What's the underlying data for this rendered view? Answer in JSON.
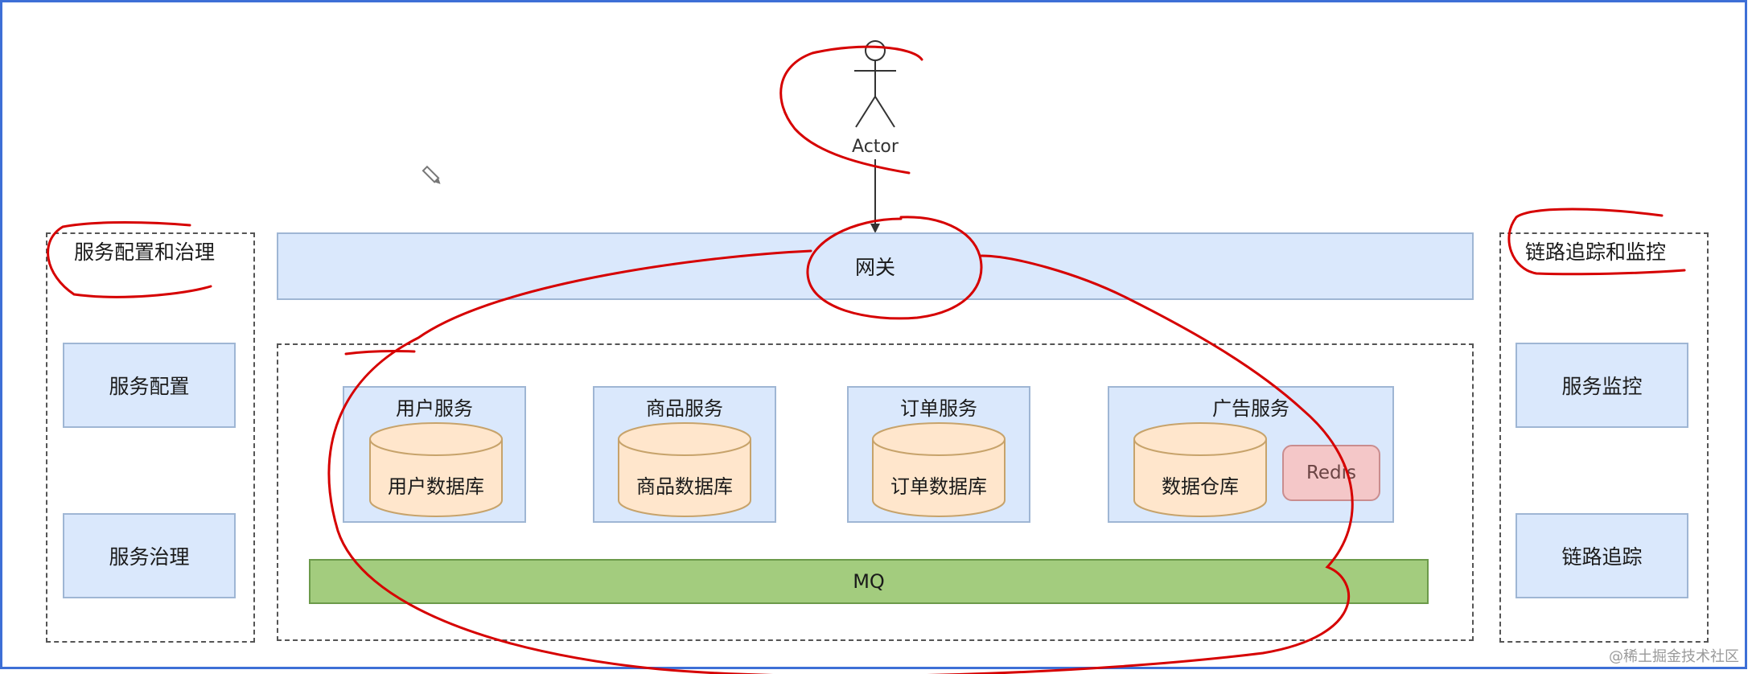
{
  "actor": {
    "label": "Actor"
  },
  "gateway": {
    "label": "网关"
  },
  "left_panel": {
    "title": "服务配置和治理",
    "items": [
      "服务配置",
      "服务治理"
    ]
  },
  "right_panel": {
    "title": "链路追踪和监控",
    "items": [
      "服务监控",
      "链路追踪"
    ]
  },
  "services": [
    {
      "name": "用户服务",
      "db": "用户数据库"
    },
    {
      "name": "商品服务",
      "db": "商品数据库"
    },
    {
      "name": "订单服务",
      "db": "订单数据库"
    },
    {
      "name": "广告服务",
      "db": "数据仓库",
      "cache": "Redis"
    }
  ],
  "mq": {
    "label": "MQ"
  },
  "watermark": "@稀土掘金技术社区",
  "colors": {
    "box_fill": "#dae8fc",
    "db_fill": "#ffe6cc",
    "mq_fill": "#a3cc7e",
    "redis_fill": "#f4c7c8",
    "annotation": "#d60000",
    "frame": "#3d6fd6"
  }
}
